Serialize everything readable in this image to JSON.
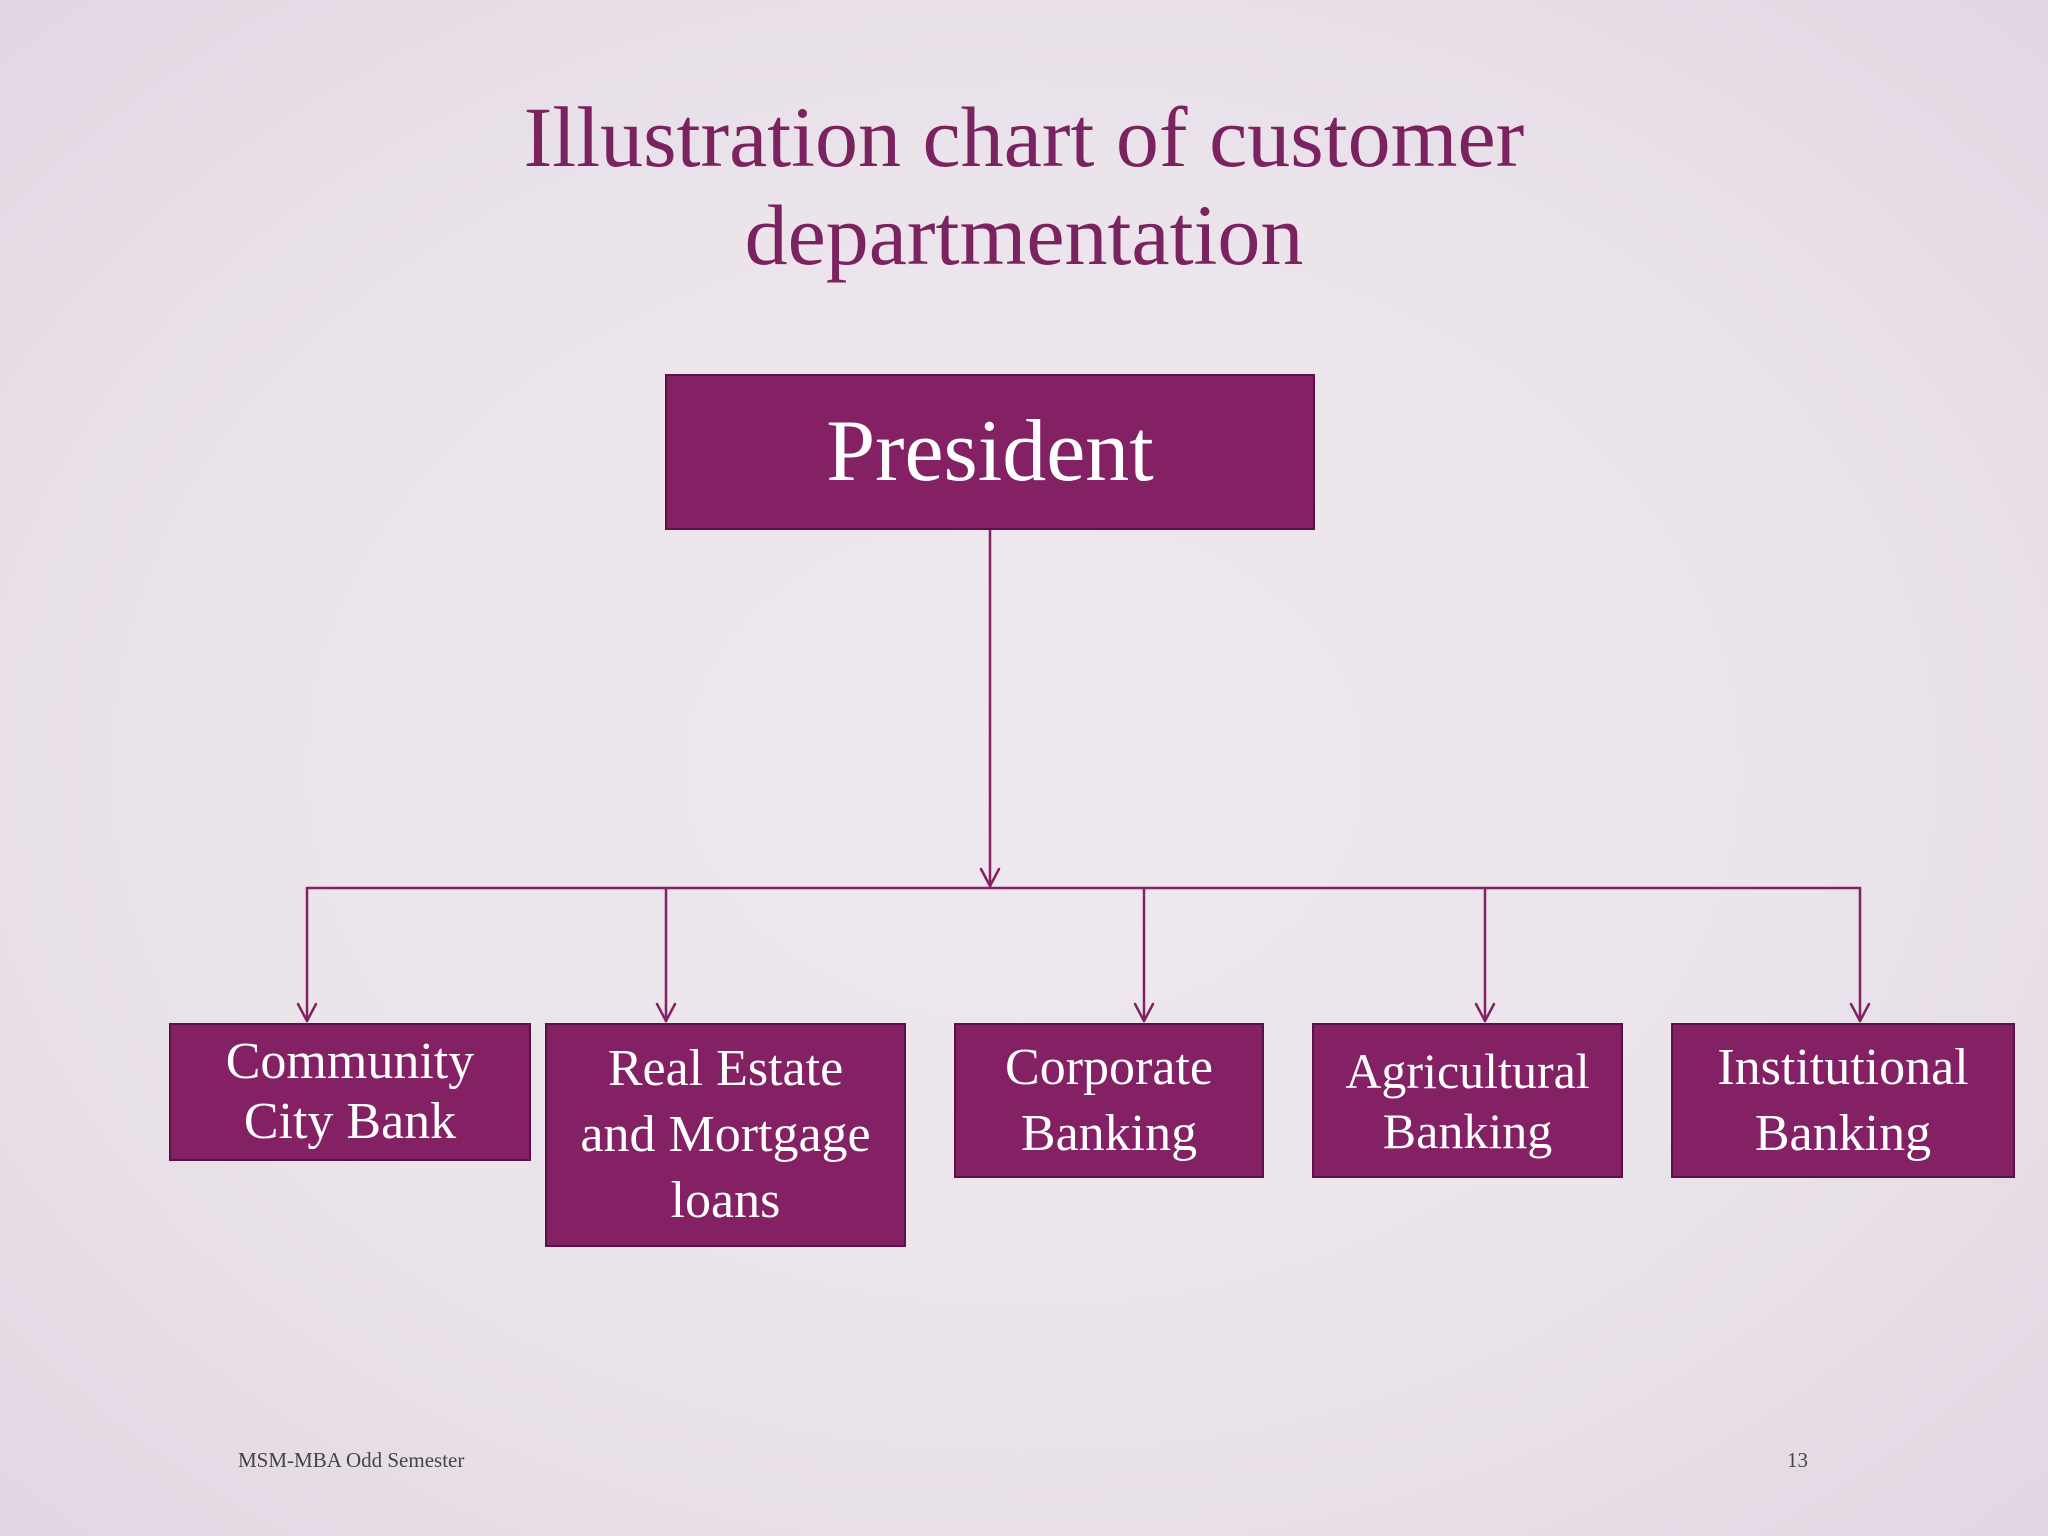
{
  "slide": {
    "title_lines": [
      "Illustration chart of customer",
      "departmentation"
    ],
    "footer": {
      "course": "MSM-MBA Odd Semester",
      "page_number": "13"
    }
  },
  "org_chart": {
    "root": {
      "label": "President"
    },
    "children": [
      {
        "label": "Community\nCity Bank"
      },
      {
        "label": "Real Estate\nand Mortgage\nloans"
      },
      {
        "label": "Corporate\nBanking"
      },
      {
        "label": "Agricultural\nBanking"
      },
      {
        "label": "Institutional\nBanking"
      }
    ]
  },
  "colors": {
    "box_fill": "#842064",
    "title_text": "#7b2260",
    "connector": "#842064"
  }
}
